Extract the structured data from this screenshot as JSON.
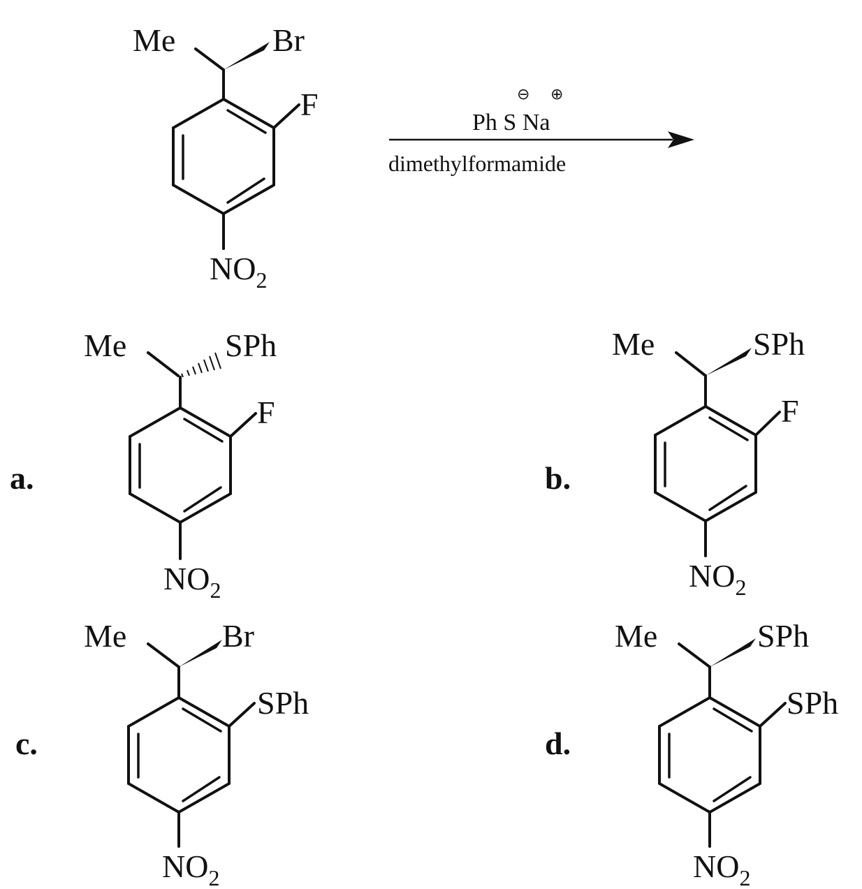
{
  "reaction": {
    "reactant": {
      "left_group": "Me",
      "right_group": "Br",
      "stereo_bond": "wedge",
      "ring_substituent": "F",
      "para_group": "NO",
      "para_sub": "2"
    },
    "reagent_line1": "Ph S Na",
    "reagent_charges": [
      "⊖",
      "⊕"
    ],
    "reagent_line2": "dimethylformamide",
    "arrow": "right"
  },
  "choices": [
    {
      "label": "a.",
      "left_group": "Me",
      "right_group": "SPh",
      "stereo_bond": "hash",
      "ring_substituent": "F",
      "para_group": "NO",
      "para_sub": "2"
    },
    {
      "label": "b.",
      "left_group": "Me",
      "right_group": "SPh",
      "stereo_bond": "wedge",
      "ring_substituent": "F",
      "para_group": "NO",
      "para_sub": "2"
    },
    {
      "label": "c.",
      "left_group": "Me",
      "right_group": "Br",
      "stereo_bond": "wedge",
      "ring_substituent": "SPh",
      "para_group": "NO",
      "para_sub": "2"
    },
    {
      "label": "d.",
      "left_group": "Me",
      "right_group": "SPh",
      "stereo_bond": "wedge",
      "ring_substituent": "SPh",
      "para_group": "NO",
      "para_sub": "2"
    }
  ]
}
